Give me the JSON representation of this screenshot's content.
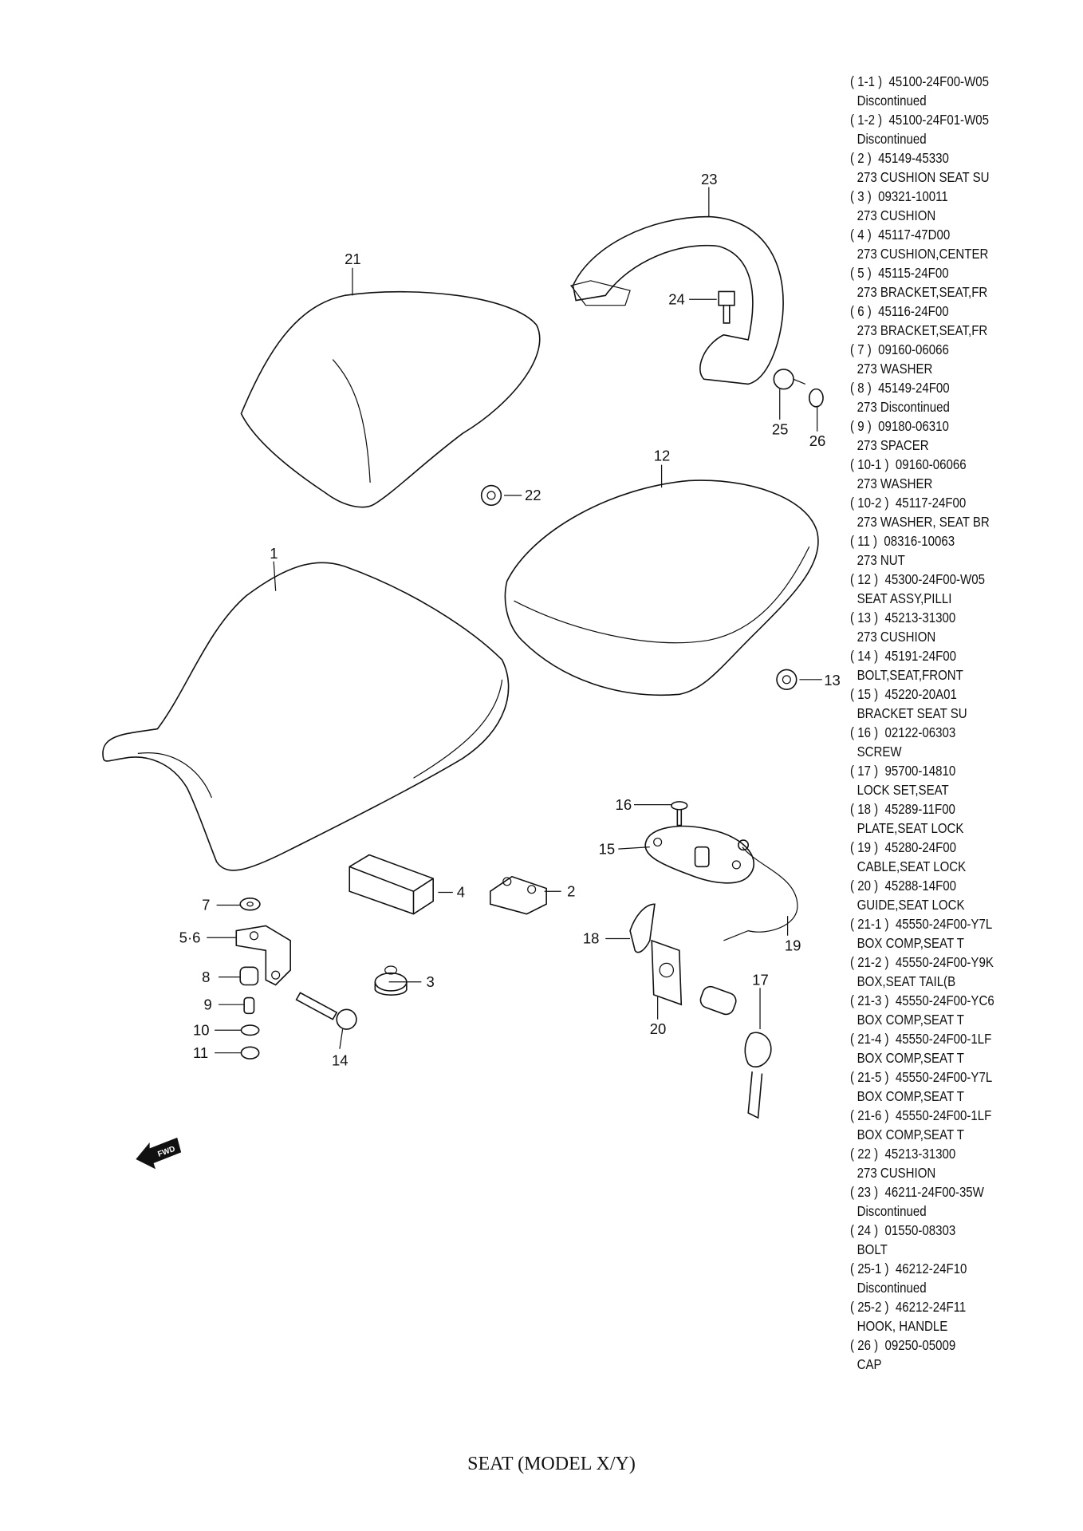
{
  "title": "SEAT (MODEL X/Y)",
  "fwd_label": "FWD",
  "callouts": {
    "c1": "1",
    "c2": "2",
    "c3": "3",
    "c4": "4",
    "c56": "5·6",
    "c7": "7",
    "c8": "8",
    "c9": "9",
    "c10": "10",
    "c11": "11",
    "c12": "12",
    "c13": "13",
    "c14": "14",
    "c15": "15",
    "c16": "16",
    "c17": "17",
    "c18": "18",
    "c19": "19",
    "c20": "20",
    "c21": "21",
    "c22": "22",
    "c23": "23",
    "c24": "24",
    "c25": "25",
    "c26": "26"
  },
  "parts": [
    {
      "ref": "( 1-1 )",
      "number": "45100-24F00-W05",
      "desc": "Discontinued"
    },
    {
      "ref": "( 1-2 )",
      "number": "45100-24F01-W05",
      "desc": "Discontinued"
    },
    {
      "ref": "( 2 )",
      "number": "45149-45330",
      "desc": "273 CUSHION SEAT SU"
    },
    {
      "ref": "( 3 )",
      "number": "09321-10011",
      "desc": "273 CUSHION"
    },
    {
      "ref": "( 4 )",
      "number": "45117-47D00",
      "desc": "273 CUSHION,CENTER"
    },
    {
      "ref": "( 5 )",
      "number": "45115-24F00",
      "desc": "273 BRACKET,SEAT,FR"
    },
    {
      "ref": "( 6 )",
      "number": "45116-24F00",
      "desc": "273 BRACKET,SEAT,FR"
    },
    {
      "ref": "( 7 )",
      "number": "09160-06066",
      "desc": "273 WASHER"
    },
    {
      "ref": "( 8 )",
      "number": "45149-24F00",
      "desc": "273 Discontinued"
    },
    {
      "ref": "( 9 )",
      "number": "09180-06310",
      "desc": "273 SPACER"
    },
    {
      "ref": "( 10-1 )",
      "number": "09160-06066",
      "desc": "273 WASHER"
    },
    {
      "ref": "( 10-2 )",
      "number": "45117-24F00",
      "desc": "273 WASHER, SEAT BR"
    },
    {
      "ref": "( 11 )",
      "number": "08316-10063",
      "desc": "273 NUT"
    },
    {
      "ref": "( 12 )",
      "number": "45300-24F00-W05",
      "desc": "SEAT ASSY,PILLI"
    },
    {
      "ref": "( 13 )",
      "number": "45213-31300",
      "desc": "273 CUSHION"
    },
    {
      "ref": "( 14 )",
      "number": "45191-24F00",
      "desc": "BOLT,SEAT,FRONT"
    },
    {
      "ref": "( 15 )",
      "number": "45220-20A01",
      "desc": "BRACKET SEAT SU"
    },
    {
      "ref": "( 16 )",
      "number": "02122-06303",
      "desc": "SCREW"
    },
    {
      "ref": "( 17 )",
      "number": "95700-14810",
      "desc": "LOCK SET,SEAT"
    },
    {
      "ref": "( 18 )",
      "number": "45289-11F00",
      "desc": "PLATE,SEAT LOCK"
    },
    {
      "ref": "( 19 )",
      "number": "45280-24F00",
      "desc": "CABLE,SEAT LOCK"
    },
    {
      "ref": "( 20 )",
      "number": "45288-14F00",
      "desc": "GUIDE,SEAT LOCK"
    },
    {
      "ref": "( 21-1 )",
      "number": "45550-24F00-Y7L",
      "desc": "BOX COMP,SEAT T"
    },
    {
      "ref": "( 21-2 )",
      "number": "45550-24F00-Y9K",
      "desc": "BOX,SEAT TAIL(B"
    },
    {
      "ref": "( 21-3 )",
      "number": "45550-24F00-YC6",
      "desc": "BOX COMP,SEAT T"
    },
    {
      "ref": "( 21-4 )",
      "number": "45550-24F00-1LF",
      "desc": "BOX COMP,SEAT T"
    },
    {
      "ref": "( 21-5 )",
      "number": "45550-24F00-Y7L",
      "desc": "BOX COMP,SEAT T"
    },
    {
      "ref": "( 21-6 )",
      "number": "45550-24F00-1LF",
      "desc": "BOX COMP,SEAT T"
    },
    {
      "ref": "( 22 )",
      "number": "45213-31300",
      "desc": "273 CUSHION"
    },
    {
      "ref": "( 23 )",
      "number": "46211-24F00-35W",
      "desc": "Discontinued"
    },
    {
      "ref": "( 24 )",
      "number": "01550-08303",
      "desc": "BOLT"
    },
    {
      "ref": "( 25-1 )",
      "number": "46212-24F10",
      "desc": "Discontinued"
    },
    {
      "ref": "( 25-2 )",
      "number": "46212-24F11",
      "desc": "HOOK, HANDLE"
    },
    {
      "ref": "( 26 )",
      "number": "09250-05009",
      "desc": "CAP"
    }
  ]
}
